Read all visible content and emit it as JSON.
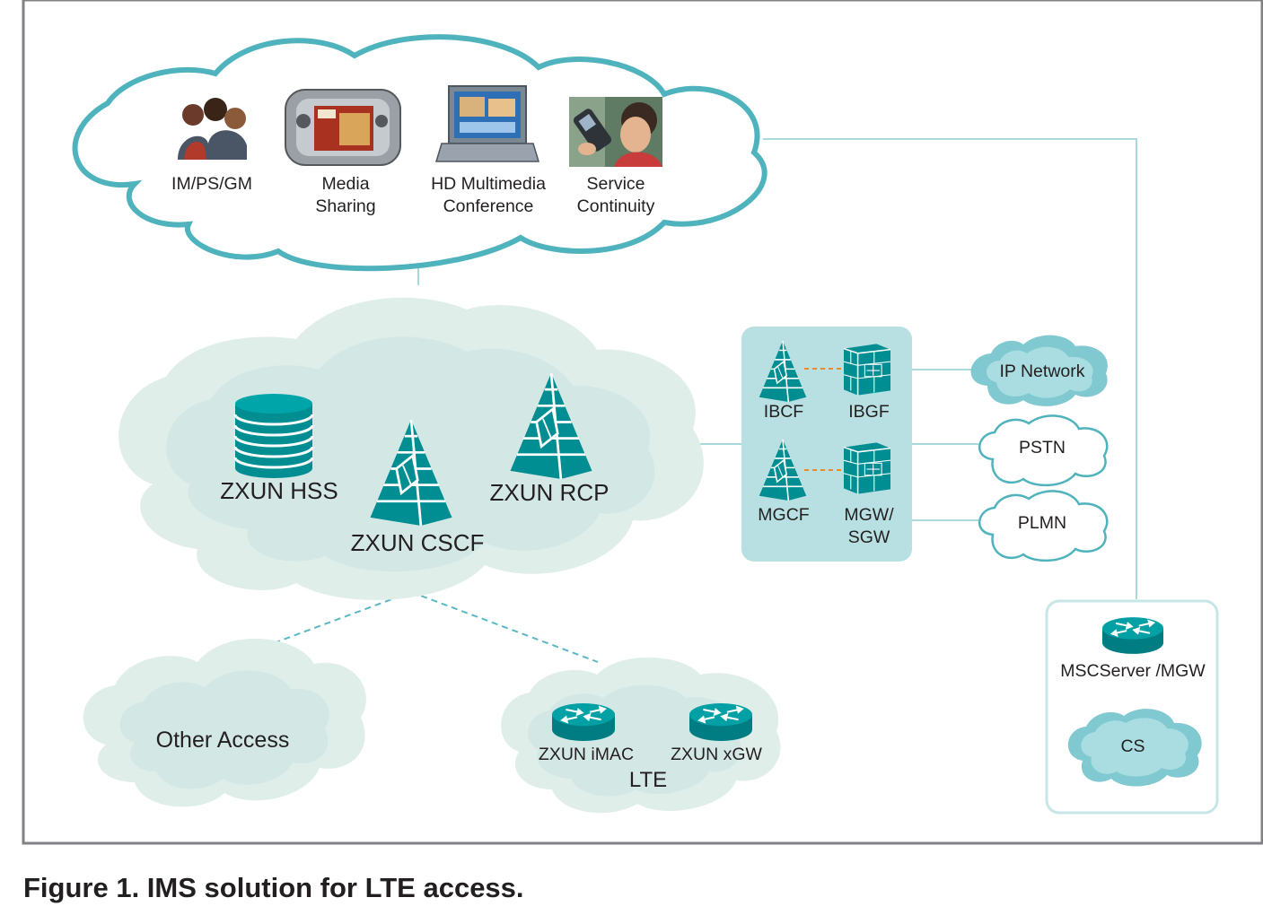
{
  "services": {
    "items": [
      {
        "line1": "IM/PS/GM",
        "line2": "",
        "icon": "people-group-icon"
      },
      {
        "line1": "Media",
        "line2": "Sharing",
        "icon": "handheld-device-icon"
      },
      {
        "line1": "HD Multimedia",
        "line2": "Conference",
        "icon": "laptop-icon"
      },
      {
        "line1": "Service",
        "line2": "Continuity",
        "icon": "mobile-phone-icon"
      }
    ]
  },
  "core": {
    "hss": "ZXUN HSS",
    "cscf": "ZXUN CSCF",
    "rcp": "ZXUN RCP"
  },
  "interworking": {
    "ibcf": "IBCF",
    "ibgf": "IBGF",
    "mgcf": "MGCF",
    "mgw_line1": "MGW/",
    "mgw_line2": "SGW"
  },
  "external": {
    "ip_network": "IP Network",
    "pstn": "PSTN",
    "plmn": "PLMN"
  },
  "access": {
    "other": "Other Access",
    "imac": "ZXUN iMAC",
    "xgw": "ZXUN xGW",
    "lte": "LTE"
  },
  "cs_domain": {
    "msc": "MSCServer /MGW",
    "cs": "CS"
  },
  "caption": "Figure 1. IMS solution for LTE access.",
  "colors": {
    "teal": "#008e93",
    "teal_outline": "#4fb3bd",
    "light_cloud": "#e0eeea",
    "mid_cloud": "#c6e6e7",
    "box": "#b8e0e2",
    "frame": "#808285"
  }
}
